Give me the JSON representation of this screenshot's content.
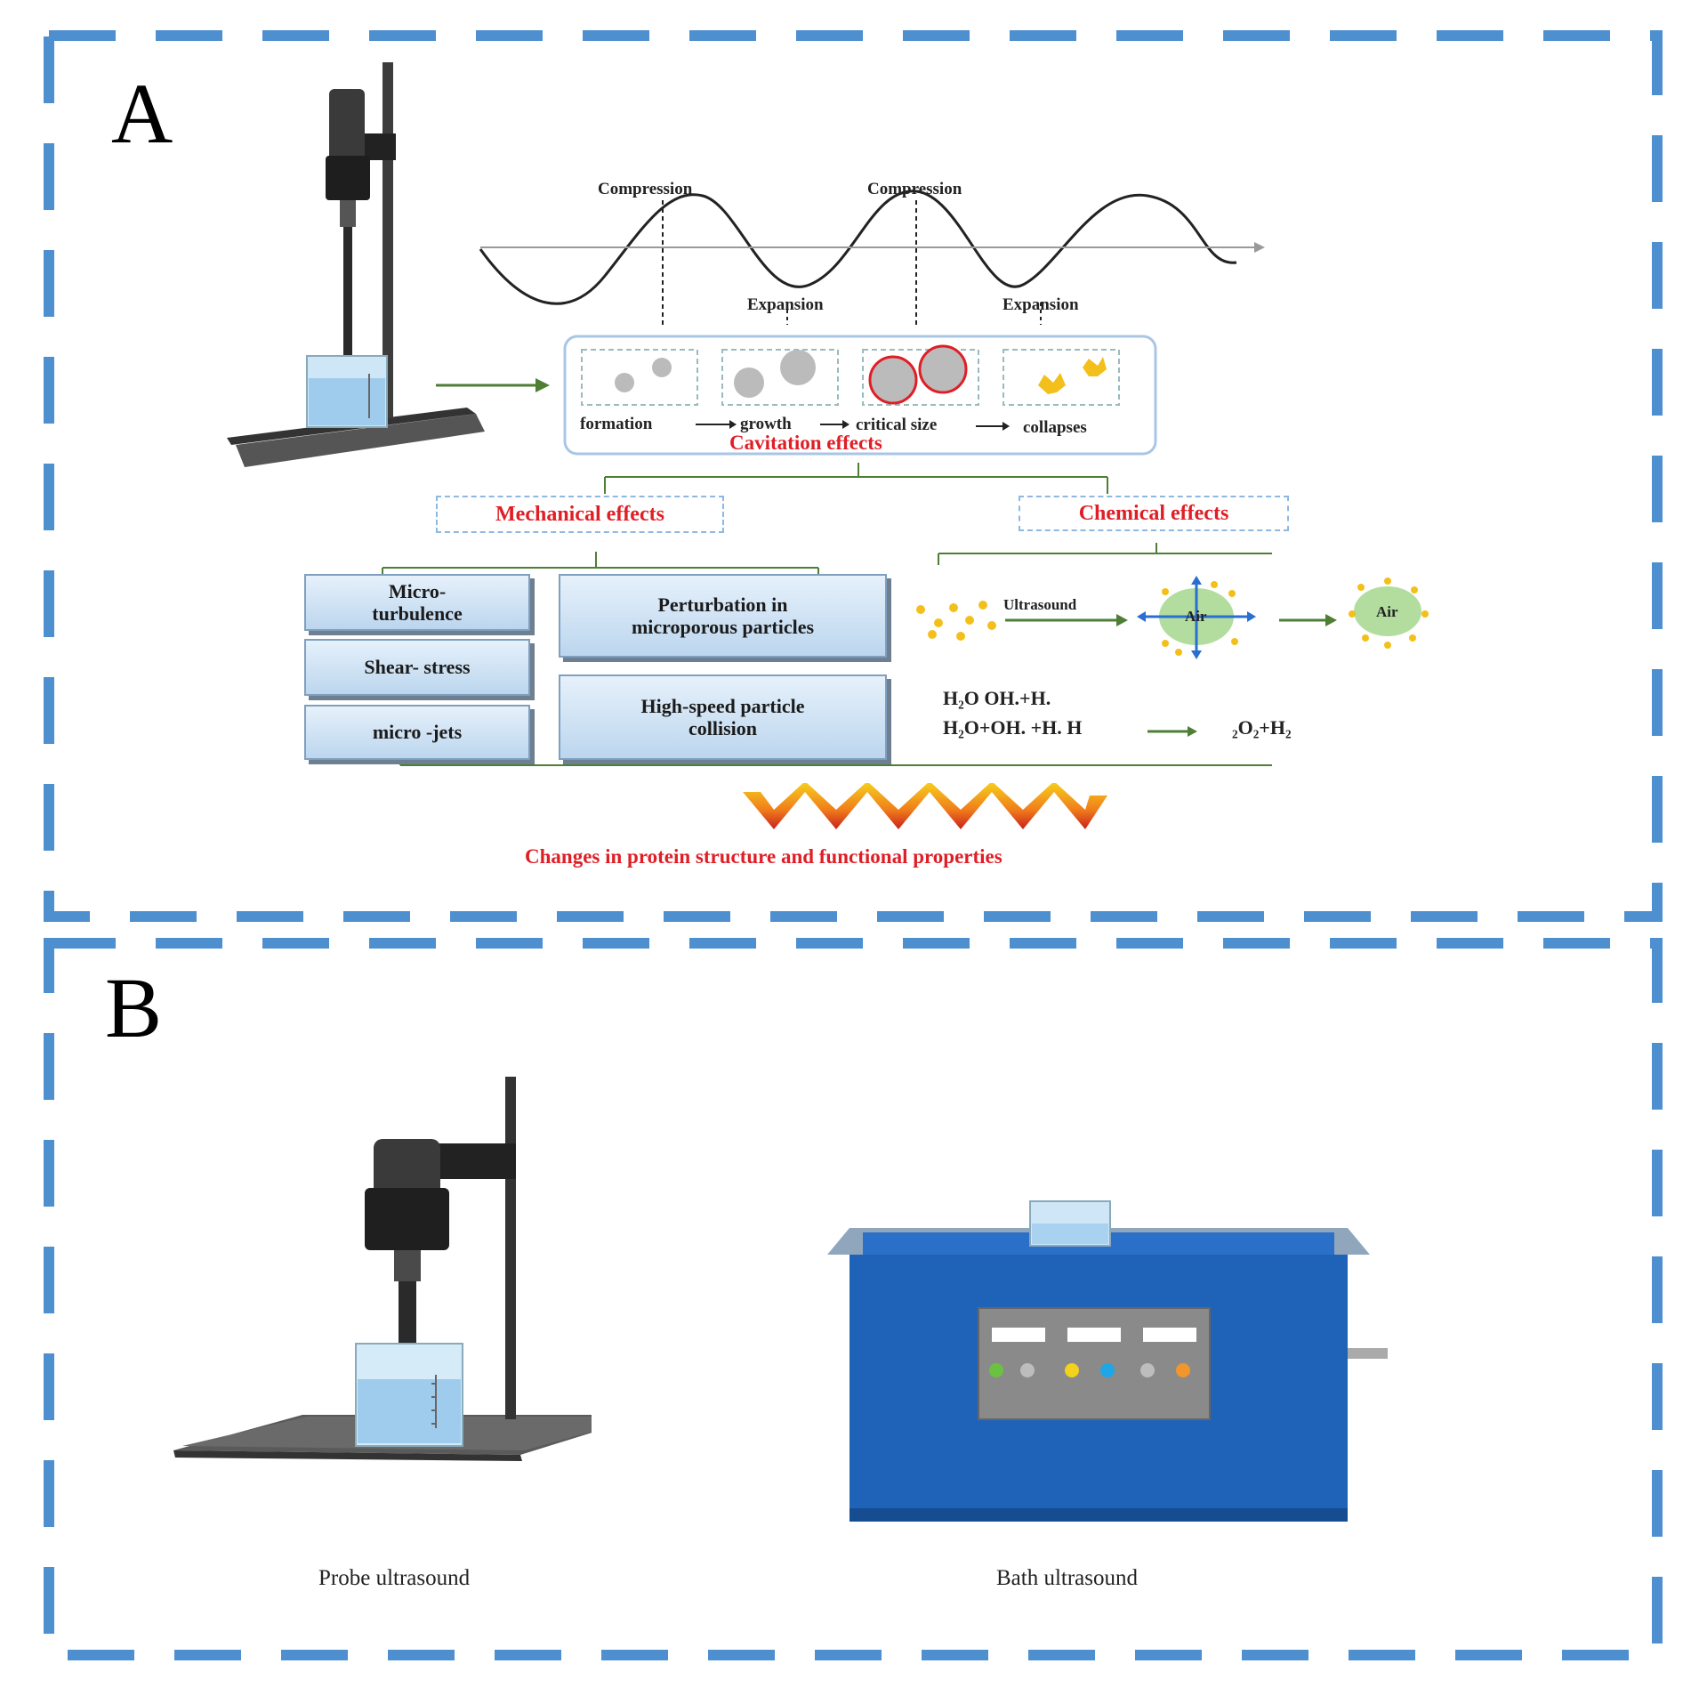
{
  "colors": {
    "border_dash": "#4d8fcf",
    "accent_red": "#e01e26",
    "box_fill": "#cfe2f4",
    "bath_blue": "#1f63b8",
    "arrow_green": "#4e7f35"
  },
  "panel_a": {
    "letter": "A",
    "wave": {
      "compression_1": "Compression",
      "compression_2": "Compression",
      "expansion_1": "Expansion",
      "expansion_2": "Expansion"
    },
    "stages": [
      "formation",
      "growth",
      "critical size",
      "collapses"
    ],
    "cavitation_title": "Cavitation effects",
    "mechanical_title": "Mechanical effects",
    "chemical_title": "Chemical effects",
    "mechanical_boxes": {
      "micro_turbulence": "Micro-\nturbulence",
      "shear_stress": "Shear- stress",
      "micro_jets": "micro -jets",
      "perturbation": "Perturbation  in\nmicroporous  particles",
      "high_speed": "High-speed particle\ncollision"
    },
    "chemical": {
      "ultrasound_label": "Ultrasound",
      "air_label_1": "Air",
      "air_label_2": "Air",
      "equation_1": "H₂O OH.+H.",
      "equation_2": "H₂O+OH. +H. H",
      "equation_3": "₂O₂+H₂"
    },
    "result": "Changes in protein structure and functional properties"
  },
  "panel_b": {
    "letter": "B",
    "probe_caption": "Probe ultrasound",
    "bath_caption": "Bath ultrasound"
  }
}
